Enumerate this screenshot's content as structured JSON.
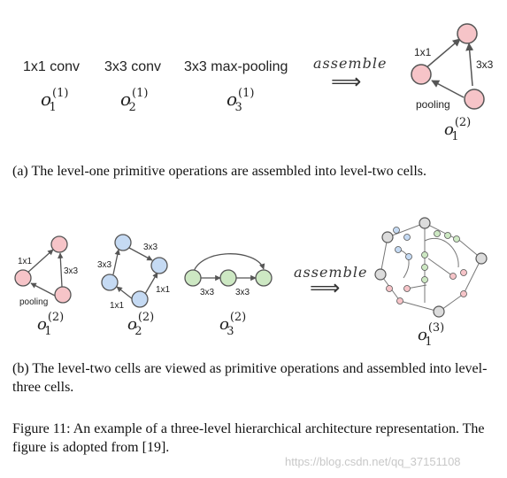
{
  "panel_a": {
    "ops": [
      {
        "label": "1x1 conv",
        "sym": "o",
        "sup": "(1)",
        "sub": "1"
      },
      {
        "label": "3x3 conv",
        "sym": "o",
        "sup": "(1)",
        "sub": "2"
      },
      {
        "label": "3x3 max-pooling",
        "sym": "o",
        "sup": "(1)",
        "sub": "3"
      }
    ],
    "assemble": "assemble",
    "cell": {
      "edge_1x1": "1x1",
      "edge_3x3": "3x3",
      "edge_pooling": "pooling",
      "sym": "o",
      "sup": "(2)",
      "sub": "1"
    },
    "caption": "(a) The level-one primitive operations are assembled into level-two cells."
  },
  "panel_b": {
    "cell1": {
      "edge_1x1": "1x1",
      "edge_3x3": "3x3",
      "edge_pooling": "pooling",
      "sym": "o",
      "sup": "(2)",
      "sub": "1"
    },
    "cell2": {
      "edge_3x3_top": "3x3",
      "edge_3x3_left": "3x3",
      "edge_1x1_right": "1x1",
      "edge_1x1_bottom": "1x1",
      "sym": "o",
      "sup": "(2)",
      "sub": "2"
    },
    "cell3": {
      "edge_3x3_a": "3x3",
      "edge_3x3_b": "3x3",
      "sym": "o",
      "sup": "(2)",
      "sub": "3"
    },
    "assemble": "assemble",
    "result": {
      "sym": "o",
      "sup": "(3)",
      "sub": "1"
    },
    "caption": "(b) The level-two cells are viewed as primitive operations and assembled into level-three cells."
  },
  "figure_caption": "Figure 11: An example of a three-level hierarchical architecture representation. The figure is adopted from [19].",
  "watermark": "https://blog.csdn.net/qq_37151108",
  "colors": {
    "pink": "#f6c4c8",
    "blue": "#c5daf3",
    "green": "#cde8c3",
    "gray": "#dcdcdc",
    "stroke": "#555555"
  }
}
